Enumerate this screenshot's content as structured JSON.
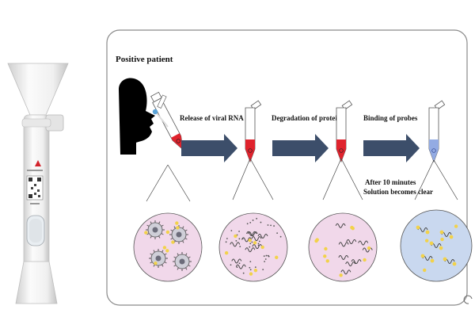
{
  "diagram": {
    "title": "Positive patient",
    "steps": [
      {
        "label": "Release of viral RNA"
      },
      {
        "label": "Degradation of proteins"
      },
      {
        "label": "Binding of probes"
      }
    ],
    "result_note": {
      "line1": "After 10 minutes",
      "line2": "Solution becomes clear"
    }
  },
  "colors": {
    "arrow": "#3c4e6a",
    "tube_red": "#e0232d",
    "tube_blue": "#93abe3",
    "circle_pink": "#f1d8ea",
    "circle_blue": "#c9d8ef",
    "dot_yellow": "#f2d24a",
    "device": "#eeeeee"
  }
}
